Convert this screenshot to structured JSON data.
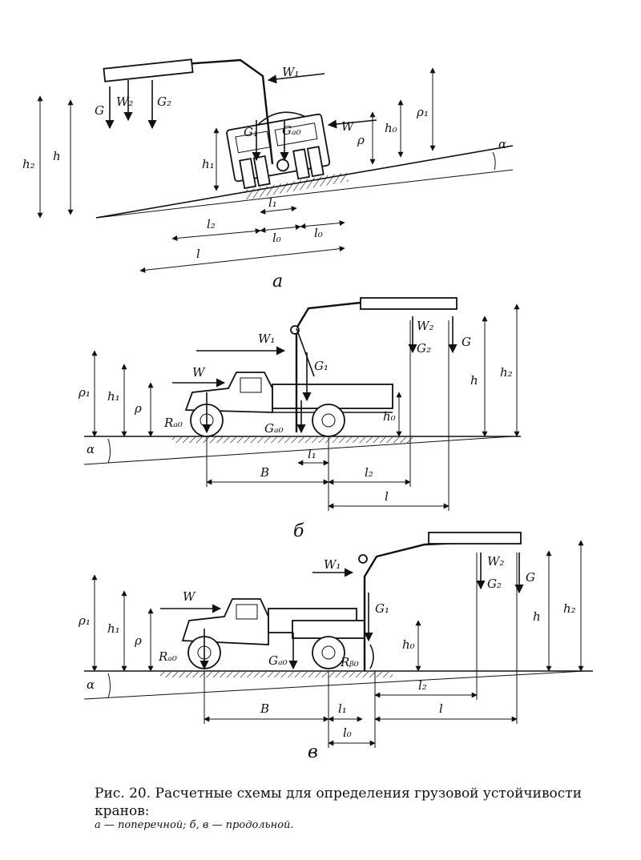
{
  "diagram_a": {
    "labels": {
      "W1": "W₁",
      "W2": "W₂",
      "W": "W",
      "G": "G",
      "G2": "G₂",
      "G1": "G₁",
      "GA0": "Gₐ₀",
      "h2": "h₂",
      "h": "h",
      "h1": "h₁",
      "rho1": "ρ₁",
      "rho": "ρ",
      "h0": "h₀",
      "alpha": "α",
      "l1": "l₁",
      "l2": "l₂",
      "l0_left": "l₀",
      "l0_right": "l₀",
      "l": "l"
    },
    "sublabel": "a"
  },
  "diagram_b": {
    "labels": {
      "W1": "W₁",
      "W": "W",
      "G1": "G₁",
      "W2": "W₂",
      "G2": "G₂",
      "G": "G",
      "rho1": "ρ₁",
      "h1": "h₁",
      "rho": "ρ",
      "RA0": "Rₐ₀",
      "GA0": "Gₐ₀",
      "h0": "h₀",
      "h": "h",
      "h2": "h₂",
      "alpha": "α",
      "B": "B",
      "l1": "l₁",
      "l2": "l₂",
      "l": "l"
    },
    "sublabel": "б"
  },
  "diagram_c": {
    "labels": {
      "W1": "W₁",
      "W": "W",
      "G1": "G₁",
      "W2": "W₂",
      "G2": "G₂",
      "G": "G",
      "rho1": "ρ₁",
      "h1": "h₁",
      "rho": "ρ",
      "RA0": "Rₐ₀",
      "GA0": "Gₐ₀",
      "RB0": "Rᵦ₀",
      "h0": "h₀",
      "h": "h",
      "h2": "h₂",
      "alpha": "α",
      "B": "B",
      "l1": "l₁",
      "l2": "l₂",
      "l": "l",
      "l0": "l₀"
    },
    "sublabel": "в"
  },
  "caption": {
    "main": "Рис. 20. Расчетные схемы для определения грузовой устойчивости кранов:",
    "legend": "а — поперечной; б, в — продольной."
  }
}
